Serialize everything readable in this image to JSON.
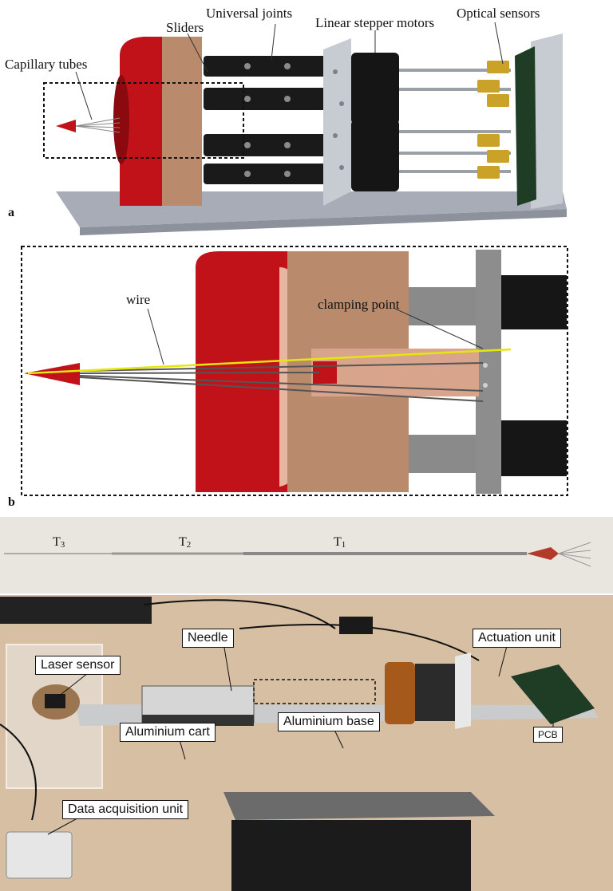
{
  "panel_a": {
    "letter": "a",
    "labels": {
      "capillary_tubes": "Capillary tubes",
      "sliders": "Sliders",
      "universal_joints": "Universal joints",
      "linear_stepper_motors": "Linear stepper motors",
      "optical_sensors": "Optical sensors"
    }
  },
  "panel_b": {
    "letter": "b",
    "labels": {
      "wire": "wire",
      "clamping_point": "clamping point"
    }
  },
  "panel_c": {
    "tube_labels": {
      "t3_base": "T",
      "t3_sub": "3",
      "t2_base": "T",
      "t2_sub": "2",
      "t1_base": "T",
      "t1_sub": "1"
    },
    "labels": {
      "needle": "Needle",
      "laser_sensor": "Laser sensor",
      "actuation_unit": "Actuation unit",
      "aluminium_cart": "Aluminium cart",
      "aluminium_base": "Aluminium base",
      "pcb": "PCB",
      "data_acquisition_unit": "Data acquisition unit"
    }
  },
  "colors": {
    "housing_red": "#c1121a",
    "housing_tan": "#b98a6c",
    "wire_yellow": "#e6e60f",
    "motor_black": "#151515",
    "base_grey": "#a7acb6",
    "pcb_green": "#1f3d24",
    "sensor_brass": "#c9a227",
    "desk": "#d7bfa4"
  }
}
